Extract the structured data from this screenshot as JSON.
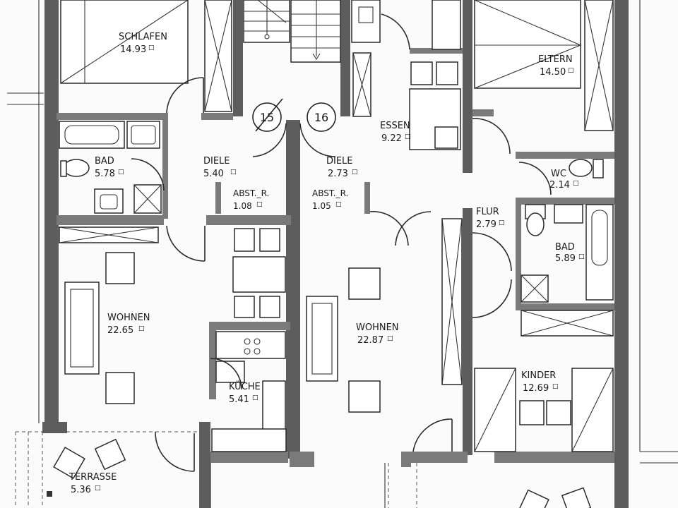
{
  "plan": {
    "units": [
      {
        "number": "15"
      },
      {
        "number": "16"
      }
    ],
    "rooms": [
      {
        "name": "SCHLAFEN",
        "area": "14.93"
      },
      {
        "name": "ELTERN",
        "area": "14.50"
      },
      {
        "name": "ESSEN",
        "area": "9.22"
      },
      {
        "name": "BAD",
        "area": "5.78"
      },
      {
        "name": "DIELE",
        "area": "5.40"
      },
      {
        "name": "DIELE",
        "area": "2.73"
      },
      {
        "name": "WC",
        "area": "2.14"
      },
      {
        "name": "ABST._R.",
        "area": "1.08"
      },
      {
        "name": "ABST._R.",
        "area": "1.05"
      },
      {
        "name": "FLUR",
        "area": "2.79"
      },
      {
        "name": "BAD",
        "area": "5.89"
      },
      {
        "name": "WOHNEN",
        "area": "22.65"
      },
      {
        "name": "WOHNEN",
        "area": "22.87"
      },
      {
        "name": "KÜCHE",
        "area": "5.41"
      },
      {
        "name": "KINDER",
        "area": "12.69"
      },
      {
        "name": "TERRASSE",
        "area": "5.36"
      }
    ],
    "area_unit_symbol": "□",
    "colors": {
      "wall": "#5d5d5d",
      "line": "#2b2b2b",
      "paper": "#fbfbfb"
    }
  }
}
